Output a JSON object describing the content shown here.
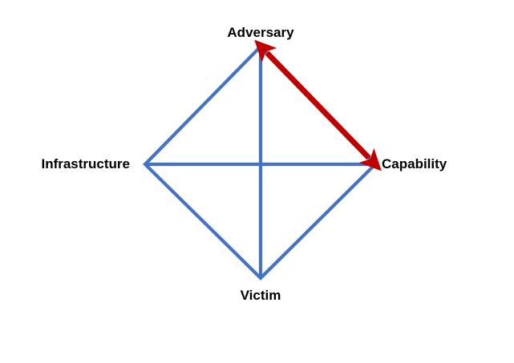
{
  "diagram": {
    "title_text": "",
    "background_color": "#FFFFFF",
    "shape_color": "#4472C4",
    "arrow_color": "#C00000",
    "label_color": "#000000",
    "nodes": [
      {
        "id": "adversary",
        "label": "Adversary",
        "position": "top"
      },
      {
        "id": "infrastructure",
        "label": "Infrastructure",
        "position": "left"
      },
      {
        "id": "capability",
        "label": "Capability",
        "position": "right"
      },
      {
        "id": "victim",
        "label": "Victim",
        "position": "bottom"
      }
    ],
    "edges": [
      {
        "from": "adversary",
        "to": "infrastructure",
        "style": "line",
        "color": "#4472C4"
      },
      {
        "from": "adversary",
        "to": "capability",
        "style": "line",
        "color": "#4472C4"
      },
      {
        "from": "infrastructure",
        "to": "victim",
        "style": "line",
        "color": "#4472C4"
      },
      {
        "from": "capability",
        "to": "victim",
        "style": "line",
        "color": "#4472C4"
      },
      {
        "from": "infrastructure",
        "to": "capability",
        "style": "line",
        "color": "#4472C4"
      },
      {
        "from": "adversary",
        "to": "victim",
        "style": "line",
        "color": "#4472C4"
      },
      {
        "from": "adversary",
        "to": "capability",
        "style": "double-arrow",
        "color": "#C00000"
      }
    ]
  }
}
